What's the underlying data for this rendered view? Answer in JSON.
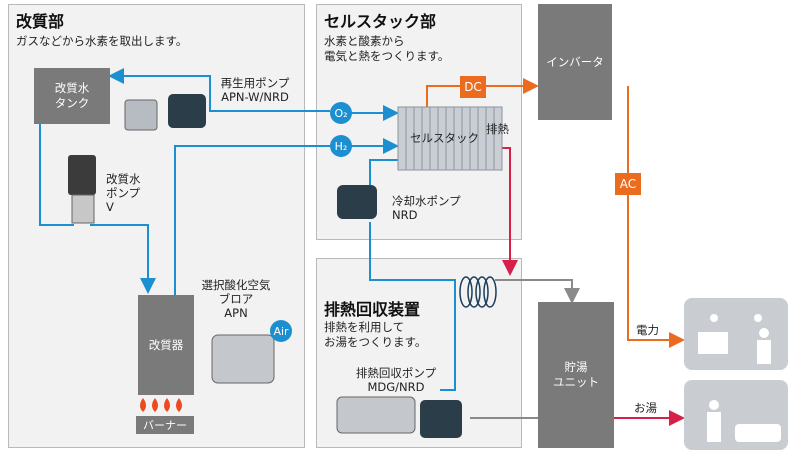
{
  "reformer_section": {
    "title": "改質部",
    "description": "ガスなどから水素を取出します。",
    "reformer_water_tank": "改質水\nタンク",
    "recycle_pump": "再生用ポンプ\nAPN-W/NRD",
    "reformer_water_pump": "改質水\nポンプ\nV",
    "air_blower": "選択酸化空気\nブロア\nAPN",
    "reformer": "改質器",
    "burner": "バーナー",
    "air_badge": "Air"
  },
  "cell_stack_section": {
    "title": "セルスタック部",
    "description": "水素と酸素から\n電気と熱をつくります。",
    "cell_stack": "セルスタック",
    "exhaust_heat": "排熱",
    "cooling_pump": "冷却水ポンプ\nNRD",
    "o2_badge": "O₂",
    "h2_badge": "H₂"
  },
  "heat_recovery_section": {
    "title": "排熱回収装置",
    "description": "排熱を利用して\nお湯をつくります。",
    "heat_recovery_pump": "排熱回収ポンプ\nMDG/NRD"
  },
  "inverter": "インバータ",
  "dc_badge": "DC",
  "ac_badge": "AC",
  "hot_water_storage": "貯湯\nユニット",
  "electric_power": "電力",
  "hot_water": "お湯",
  "colors": {
    "water_line": "#1c8fd0",
    "power_line": "#ec6c1f",
    "exhaust_line": "#d6204a",
    "gray_line": "#8a8a8a"
  }
}
